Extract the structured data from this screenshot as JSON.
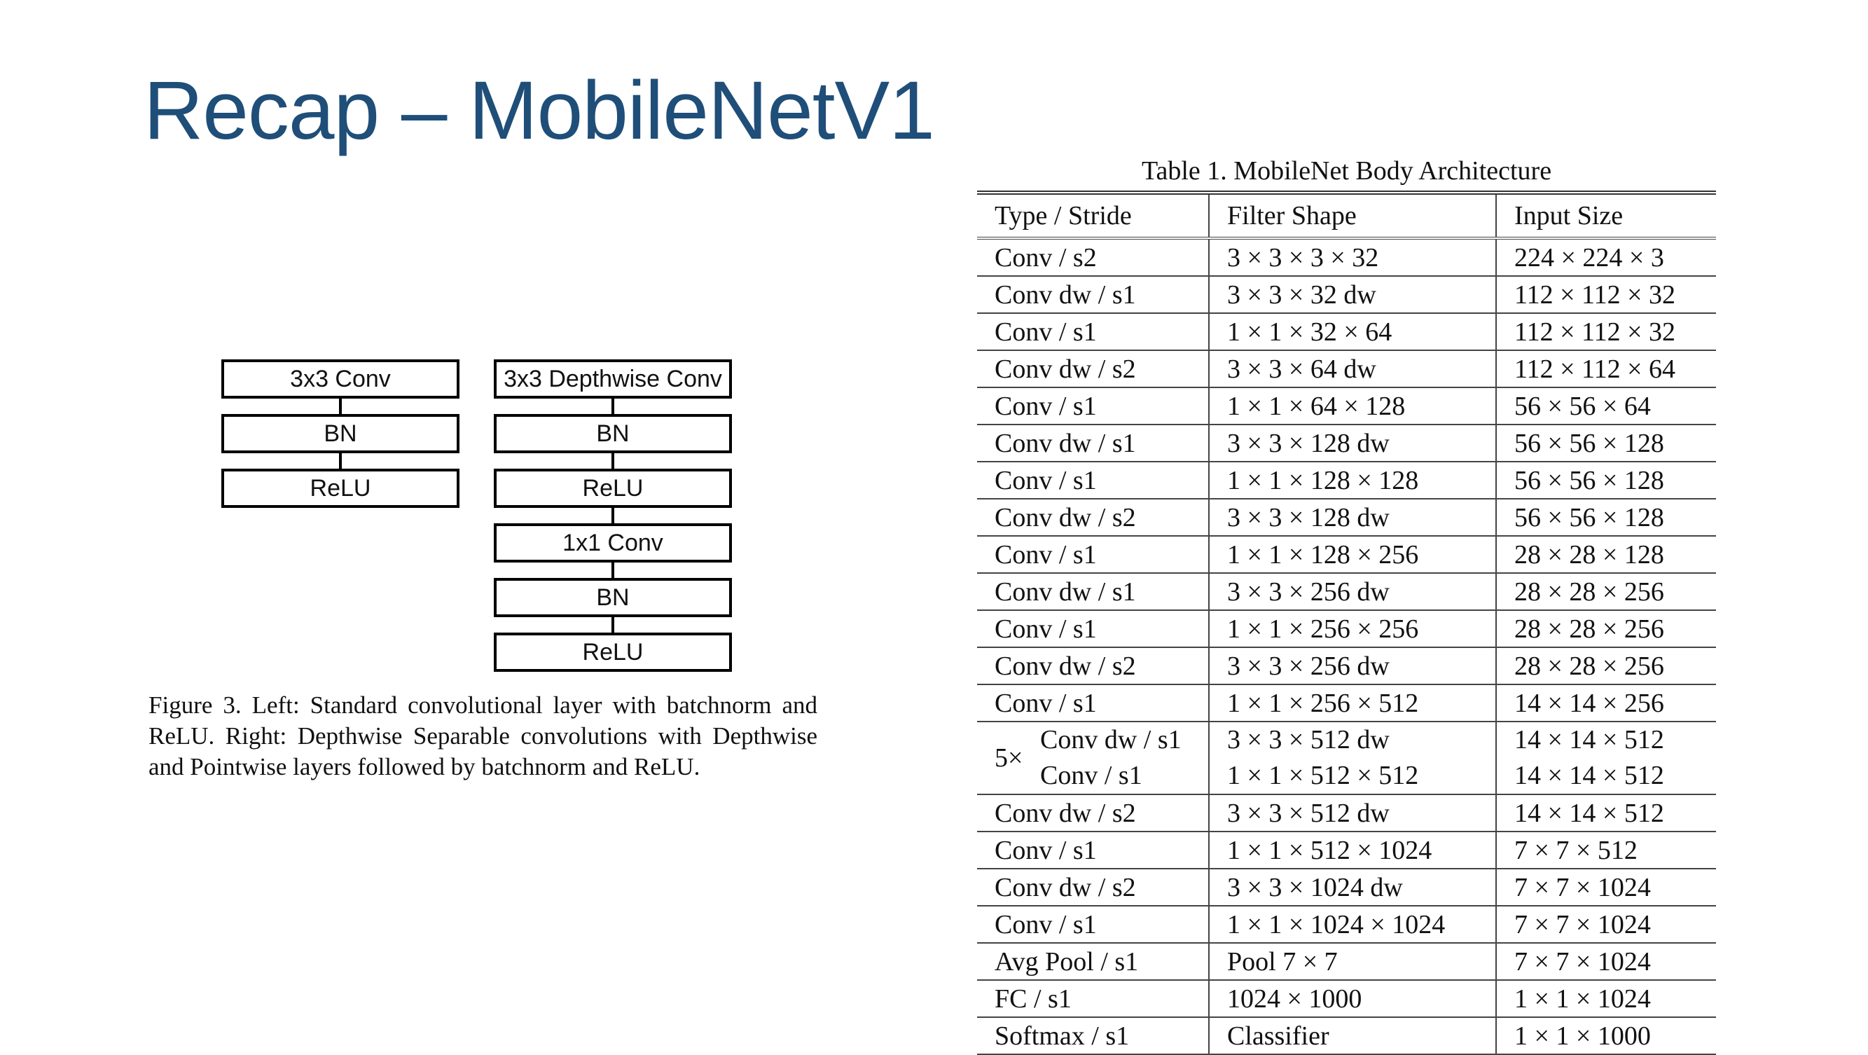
{
  "slide": {
    "title": "Recap – MobileNetV1"
  },
  "diagram": {
    "left_blocks": [
      "3x3 Conv",
      "BN",
      "ReLU"
    ],
    "right_blocks": [
      "3x3 Depthwise Conv",
      "BN",
      "ReLU",
      "1x1 Conv",
      "BN",
      "ReLU"
    ]
  },
  "figure_caption": "Figure 3. Left: Standard convolutional layer with batchnorm and ReLU. Right: Depthwise Separable convolutions with Depthwise and Pointwise layers followed by batchnorm and ReLU.",
  "table": {
    "caption": "Table 1. MobileNet Body Architecture",
    "headers": [
      "Type / Stride",
      "Filter Shape",
      "Input Size"
    ],
    "rows_a": [
      [
        "Conv / s2",
        "3 × 3 × 3 × 32",
        "224 × 224 × 3"
      ],
      [
        "Conv dw / s1",
        "3 × 3 × 32 dw",
        "112 × 112 × 32"
      ],
      [
        "Conv / s1",
        "1 × 1 × 32 × 64",
        "112 × 112 × 32"
      ],
      [
        "Conv dw / s2",
        "3 × 3 × 64 dw",
        "112 × 112 × 64"
      ],
      [
        "Conv / s1",
        "1 × 1 × 64 × 128",
        "56 × 56 × 64"
      ],
      [
        "Conv dw / s1",
        "3 × 3 × 128 dw",
        "56 × 56 × 128"
      ],
      [
        "Conv / s1",
        "1 × 1 × 128 × 128",
        "56 × 56 × 128"
      ],
      [
        "Conv dw / s2",
        "3 × 3 × 128 dw",
        "56 × 56 × 128"
      ],
      [
        "Conv / s1",
        "1 × 1 × 128 × 256",
        "28 × 28 × 128"
      ],
      [
        "Conv dw / s1",
        "3 × 3 × 256 dw",
        "28 × 28 × 256"
      ],
      [
        "Conv / s1",
        "1 × 1 × 256 × 256",
        "28 × 28 × 256"
      ],
      [
        "Conv dw / s2",
        "3 × 3 × 256 dw",
        "28 × 28 × 256"
      ],
      [
        "Conv / s1",
        "1 × 1 × 256 × 512",
        "14 × 14 × 256"
      ]
    ],
    "repeat": {
      "multiplier": "5×",
      "types": [
        "Conv dw / s1",
        "Conv / s1"
      ],
      "filters": [
        "3 × 3 × 512 dw",
        "1 × 1 × 512 × 512"
      ],
      "inputs": [
        "14 × 14 × 512",
        "14 × 14 × 512"
      ]
    },
    "rows_b": [
      [
        "Conv dw / s2",
        "3 × 3 × 512 dw",
        "14 × 14 × 512"
      ],
      [
        "Conv / s1",
        "1 × 1 × 512 × 1024",
        "7 × 7 × 512"
      ],
      [
        "Conv dw / s2",
        "3 × 3 × 1024 dw",
        "7 × 7 × 1024"
      ],
      [
        "Conv / s1",
        "1 × 1 × 1024 × 1024",
        "7 × 7 × 1024"
      ],
      [
        "Avg Pool / s1",
        "Pool 7 × 7",
        "7 × 7 × 1024"
      ],
      [
        "FC / s1",
        "1024 × 1000",
        "1 × 1 × 1024"
      ],
      [
        "Softmax / s1",
        "Classifier",
        "1 × 1 × 1000"
      ]
    ]
  }
}
